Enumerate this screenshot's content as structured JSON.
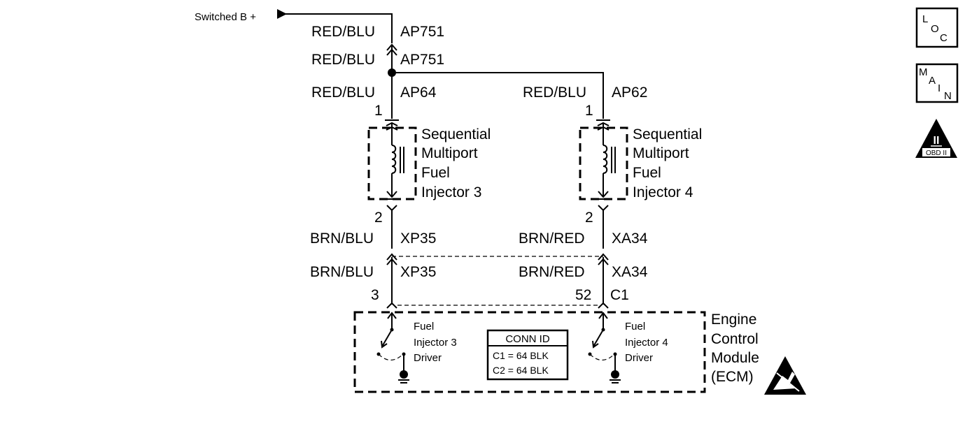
{
  "power": {
    "label": "Switched B +"
  },
  "left_wire": {
    "top1": {
      "color": "RED/BLU",
      "circuit": "AP751"
    },
    "top2": {
      "color": "RED/BLU",
      "circuit": "AP751"
    },
    "top3": {
      "color": "RED/BLU",
      "circuit": "AP64"
    },
    "pin_top": "1",
    "pin_bottom": "2",
    "bot1": {
      "color": "BRN/BLU",
      "circuit": "XP35"
    },
    "bot2": {
      "color": "BRN/BLU",
      "circuit": "XP35"
    },
    "ecm_pin": "3"
  },
  "right_wire": {
    "top": {
      "color": "RED/BLU",
      "circuit": "AP62"
    },
    "pin_top": "1",
    "pin_bottom": "2",
    "bot1": {
      "color": "BRN/RED",
      "circuit": "XA34"
    },
    "bot2": {
      "color": "BRN/RED",
      "circuit": "XA34"
    },
    "ecm_pin": "52",
    "ecm_conn": "C1"
  },
  "injector3": {
    "lines": [
      "Sequential",
      "Multiport",
      "Fuel",
      "Injector 3"
    ]
  },
  "injector4": {
    "lines": [
      "Sequential",
      "Multiport",
      "Fuel",
      "Injector 4"
    ]
  },
  "ecm": {
    "lines": [
      "Engine",
      "Control",
      "Module",
      "(ECM)"
    ],
    "driver3": [
      "Fuel",
      "Injector 3",
      "Driver"
    ],
    "driver4": [
      "Fuel",
      "Injector 4",
      "Driver"
    ],
    "conn_id": {
      "title": "CONN ID",
      "c1": "C1 = 64 BLK",
      "c2": "C2 = 64 BLK"
    }
  },
  "icons": {
    "loc": {
      "l": "L",
      "o": "O",
      "c": "C"
    },
    "main": {
      "m": "M",
      "a": "A",
      "i": "I",
      "n": "N"
    },
    "obd": {
      "numeral": "II",
      "caption": "OBD II"
    }
  }
}
